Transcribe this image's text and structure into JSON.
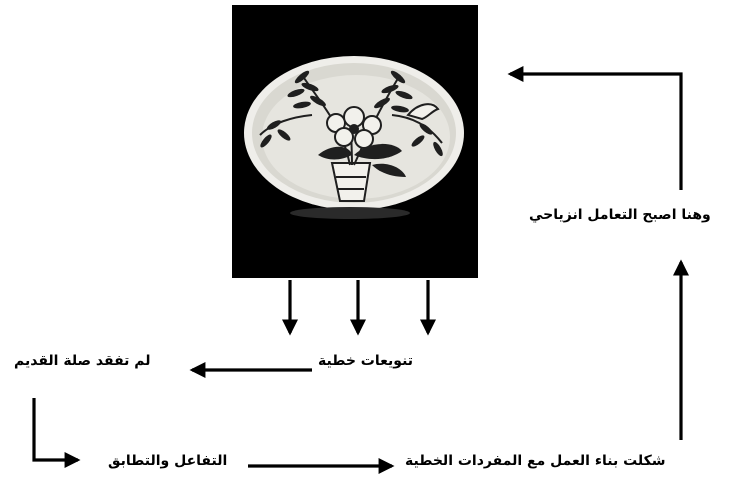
{
  "labels": {
    "result": "وهنا اصبح التعامل انزياحي",
    "variations": "تنويعات خطية",
    "ancient": "لم تفقد صلة القديم",
    "formed": "شكلت بناء العمل مع المفردات الخطية",
    "interaction": "التفاعل والتطابق"
  },
  "photo": {
    "background": "#000000",
    "plate_color": "#d9d8d1",
    "motif_color": "#1f1f1f"
  },
  "line_color": "#000000"
}
